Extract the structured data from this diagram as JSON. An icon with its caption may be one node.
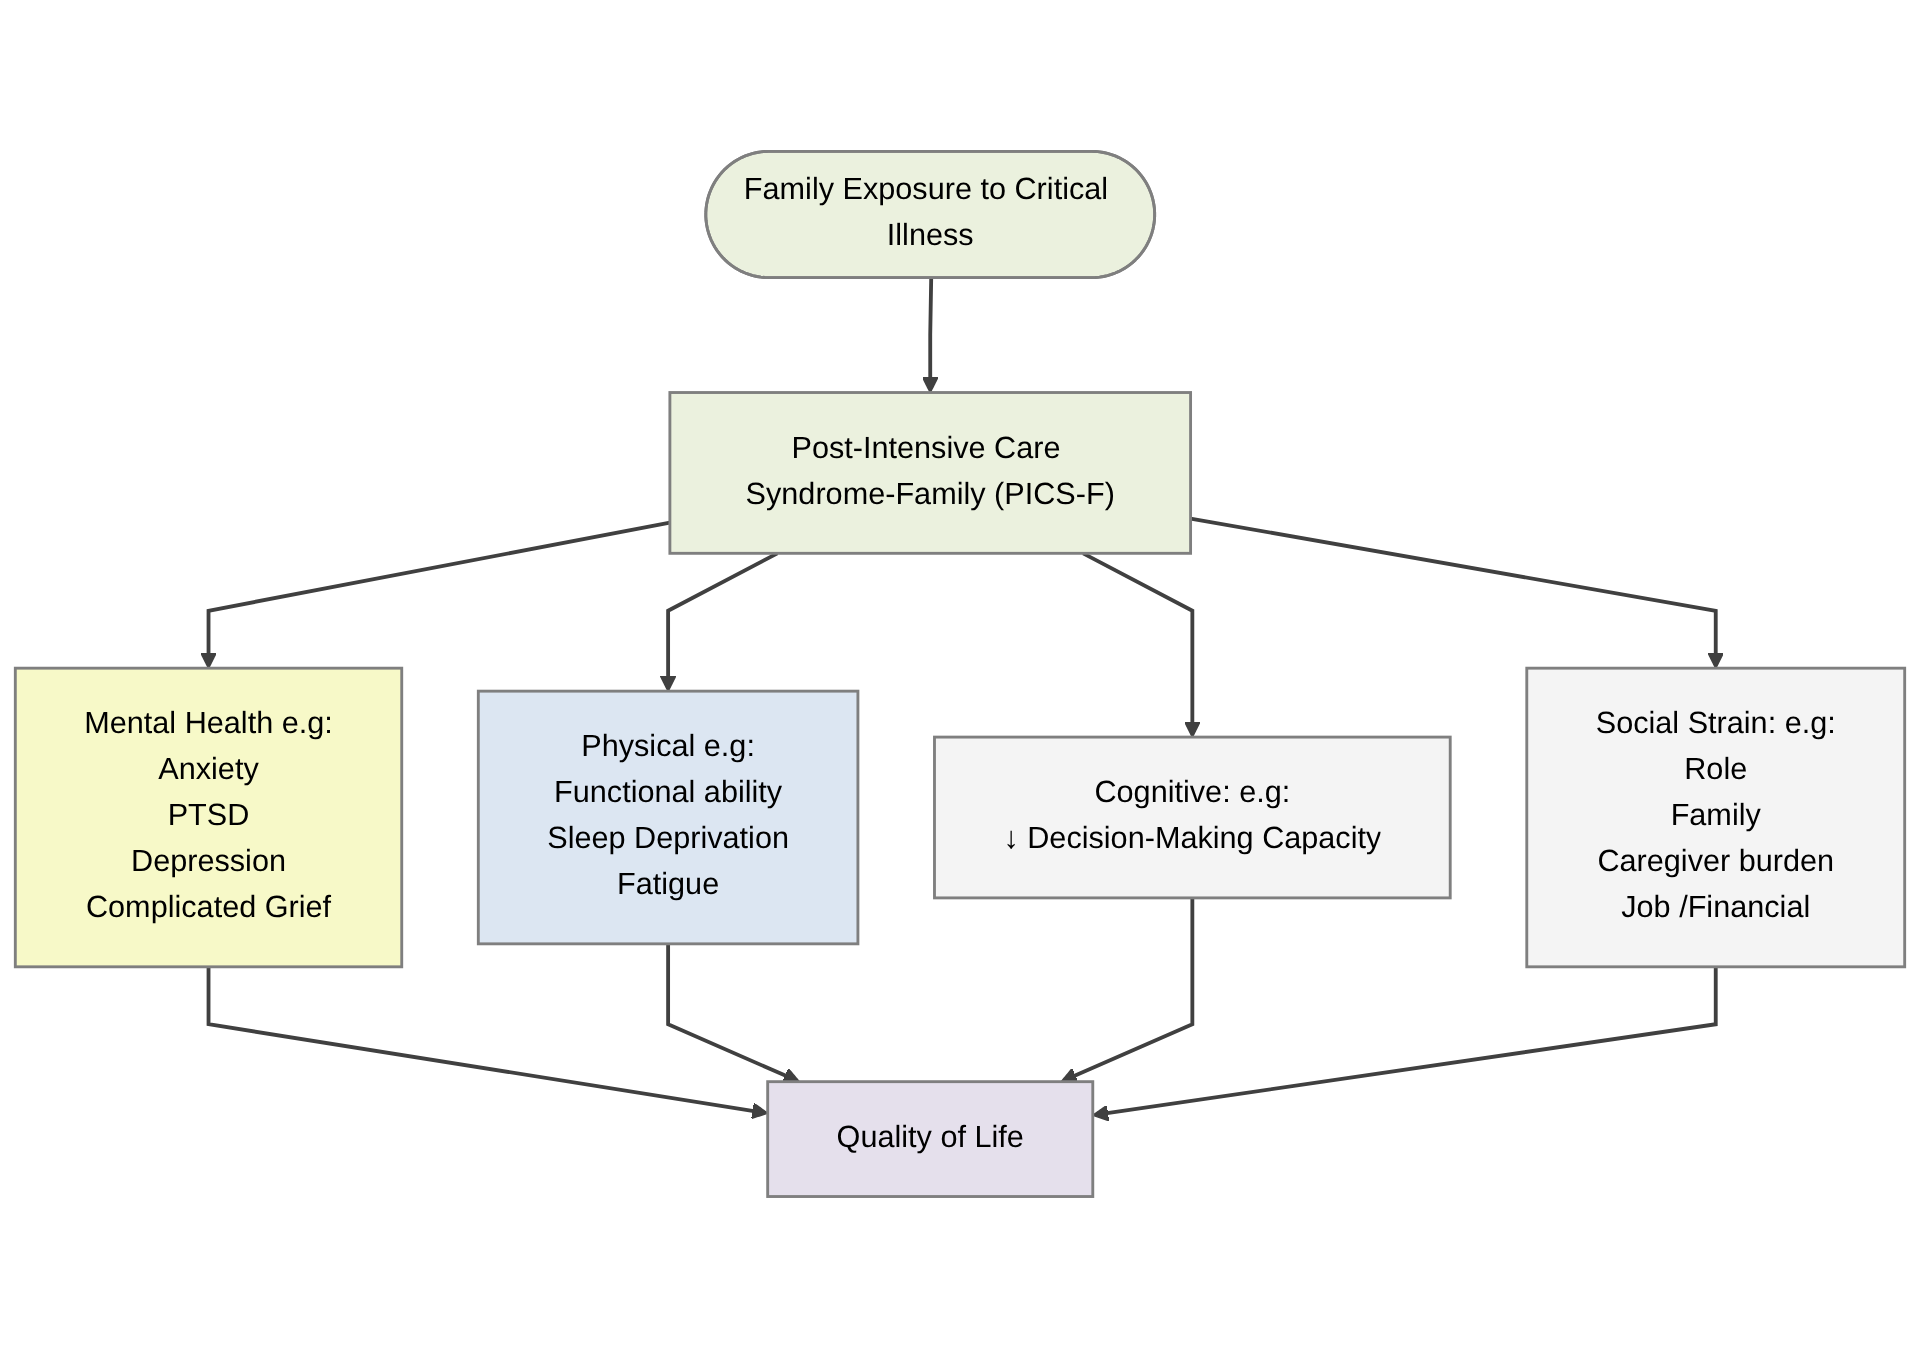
{
  "diagram": {
    "nodes": [
      {
        "text": [
          "Family Exposure to Critical Illness"
        ]
      },
      {
        "text": [
          "Post-Intensive Care Syndrome-Family (PICS-F)"
        ]
      },
      {
        "text": [
          "Mental Health e.g:",
          "Anxiety",
          "PTSD",
          "Depression",
          "Complicated Grief"
        ]
      },
      {
        "text": [
          "Physical e.g:",
          "Functional ability",
          "Sleep Deprivation",
          "Fatigue"
        ]
      },
      {
        "text": [
          "Cognitive: e.g:",
          "↓ Decision-Making Capacity"
        ]
      },
      {
        "text": [
          "Social Strain: e.g:",
          "Role",
          "Family",
          "Caregiver burden",
          "Job /Financial"
        ]
      },
      {
        "text": [
          "Quality of Life"
        ]
      }
    ],
    "edges": [
      {
        "from": 0,
        "to": 1,
        "arrow": "to"
      },
      {
        "from": 1,
        "to": 2,
        "arrow": "to"
      },
      {
        "from": 1,
        "to": 3,
        "arrow": "to"
      },
      {
        "from": 1,
        "to": 4,
        "arrow": "to"
      },
      {
        "from": 1,
        "to": 5,
        "arrow": "to"
      },
      {
        "from": 2,
        "to": 6,
        "arrow": "to"
      },
      {
        "from": 3,
        "to": 6,
        "arrow": "to"
      },
      {
        "from": 4,
        "to": 6,
        "arrow": "to"
      },
      {
        "from": 5,
        "to": 6,
        "arrow": "to"
      }
    ]
  }
}
